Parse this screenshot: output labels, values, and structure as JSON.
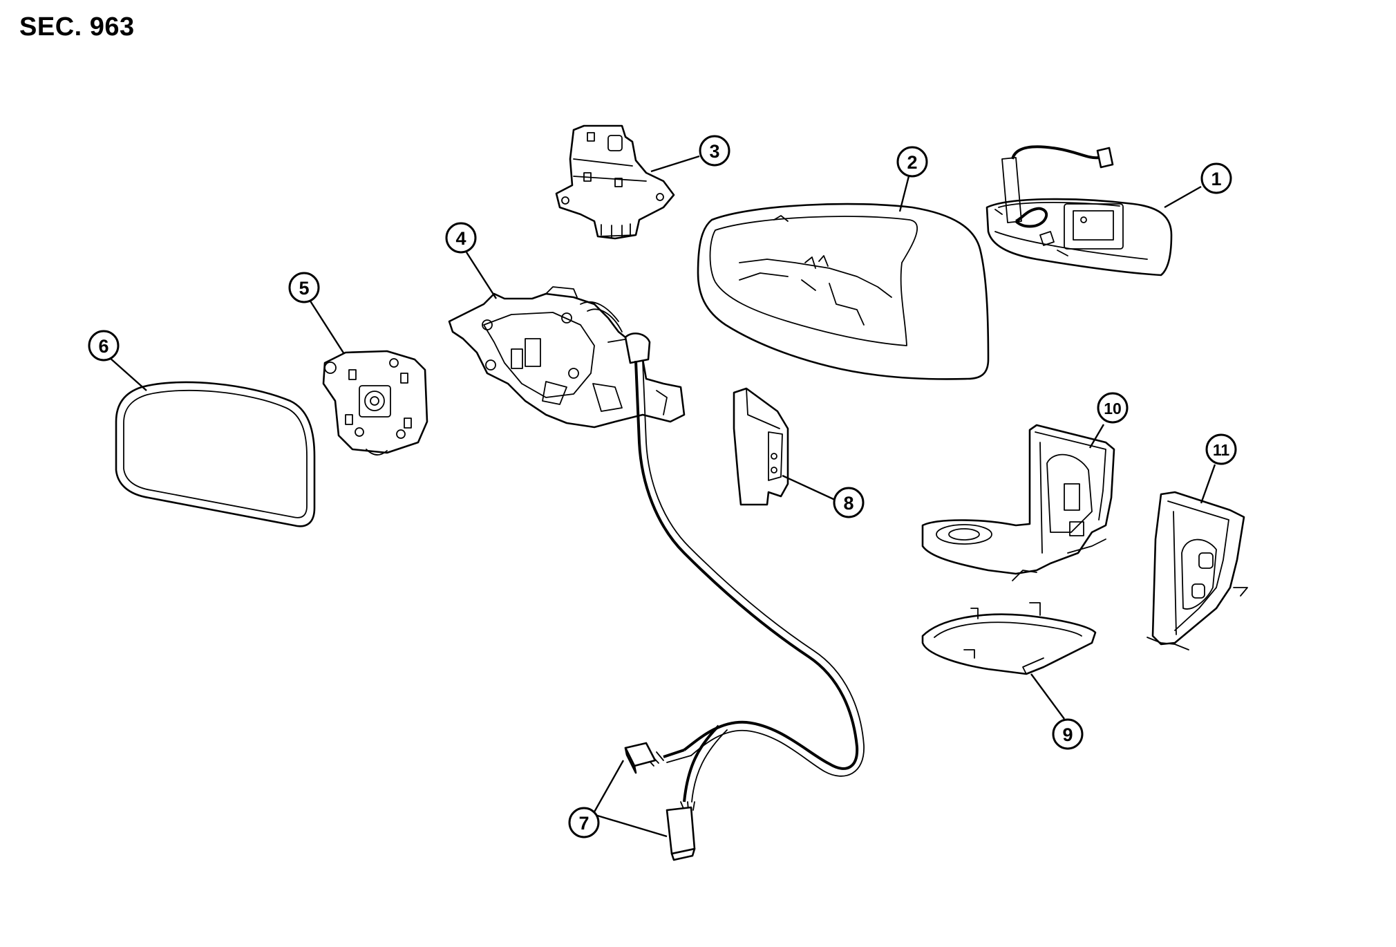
{
  "header": {
    "section": "SEC. 963"
  },
  "callouts": [
    {
      "id": "1",
      "label": "1"
    },
    {
      "id": "2",
      "label": "2"
    },
    {
      "id": "3",
      "label": "3"
    },
    {
      "id": "4",
      "label": "4"
    },
    {
      "id": "5",
      "label": "5"
    },
    {
      "id": "6",
      "label": "6"
    },
    {
      "id": "7",
      "label": "7"
    },
    {
      "id": "8",
      "label": "8"
    },
    {
      "id": "9",
      "label": "9"
    },
    {
      "id": "10",
      "label": "10"
    },
    {
      "id": "11",
      "label": "11"
    }
  ]
}
